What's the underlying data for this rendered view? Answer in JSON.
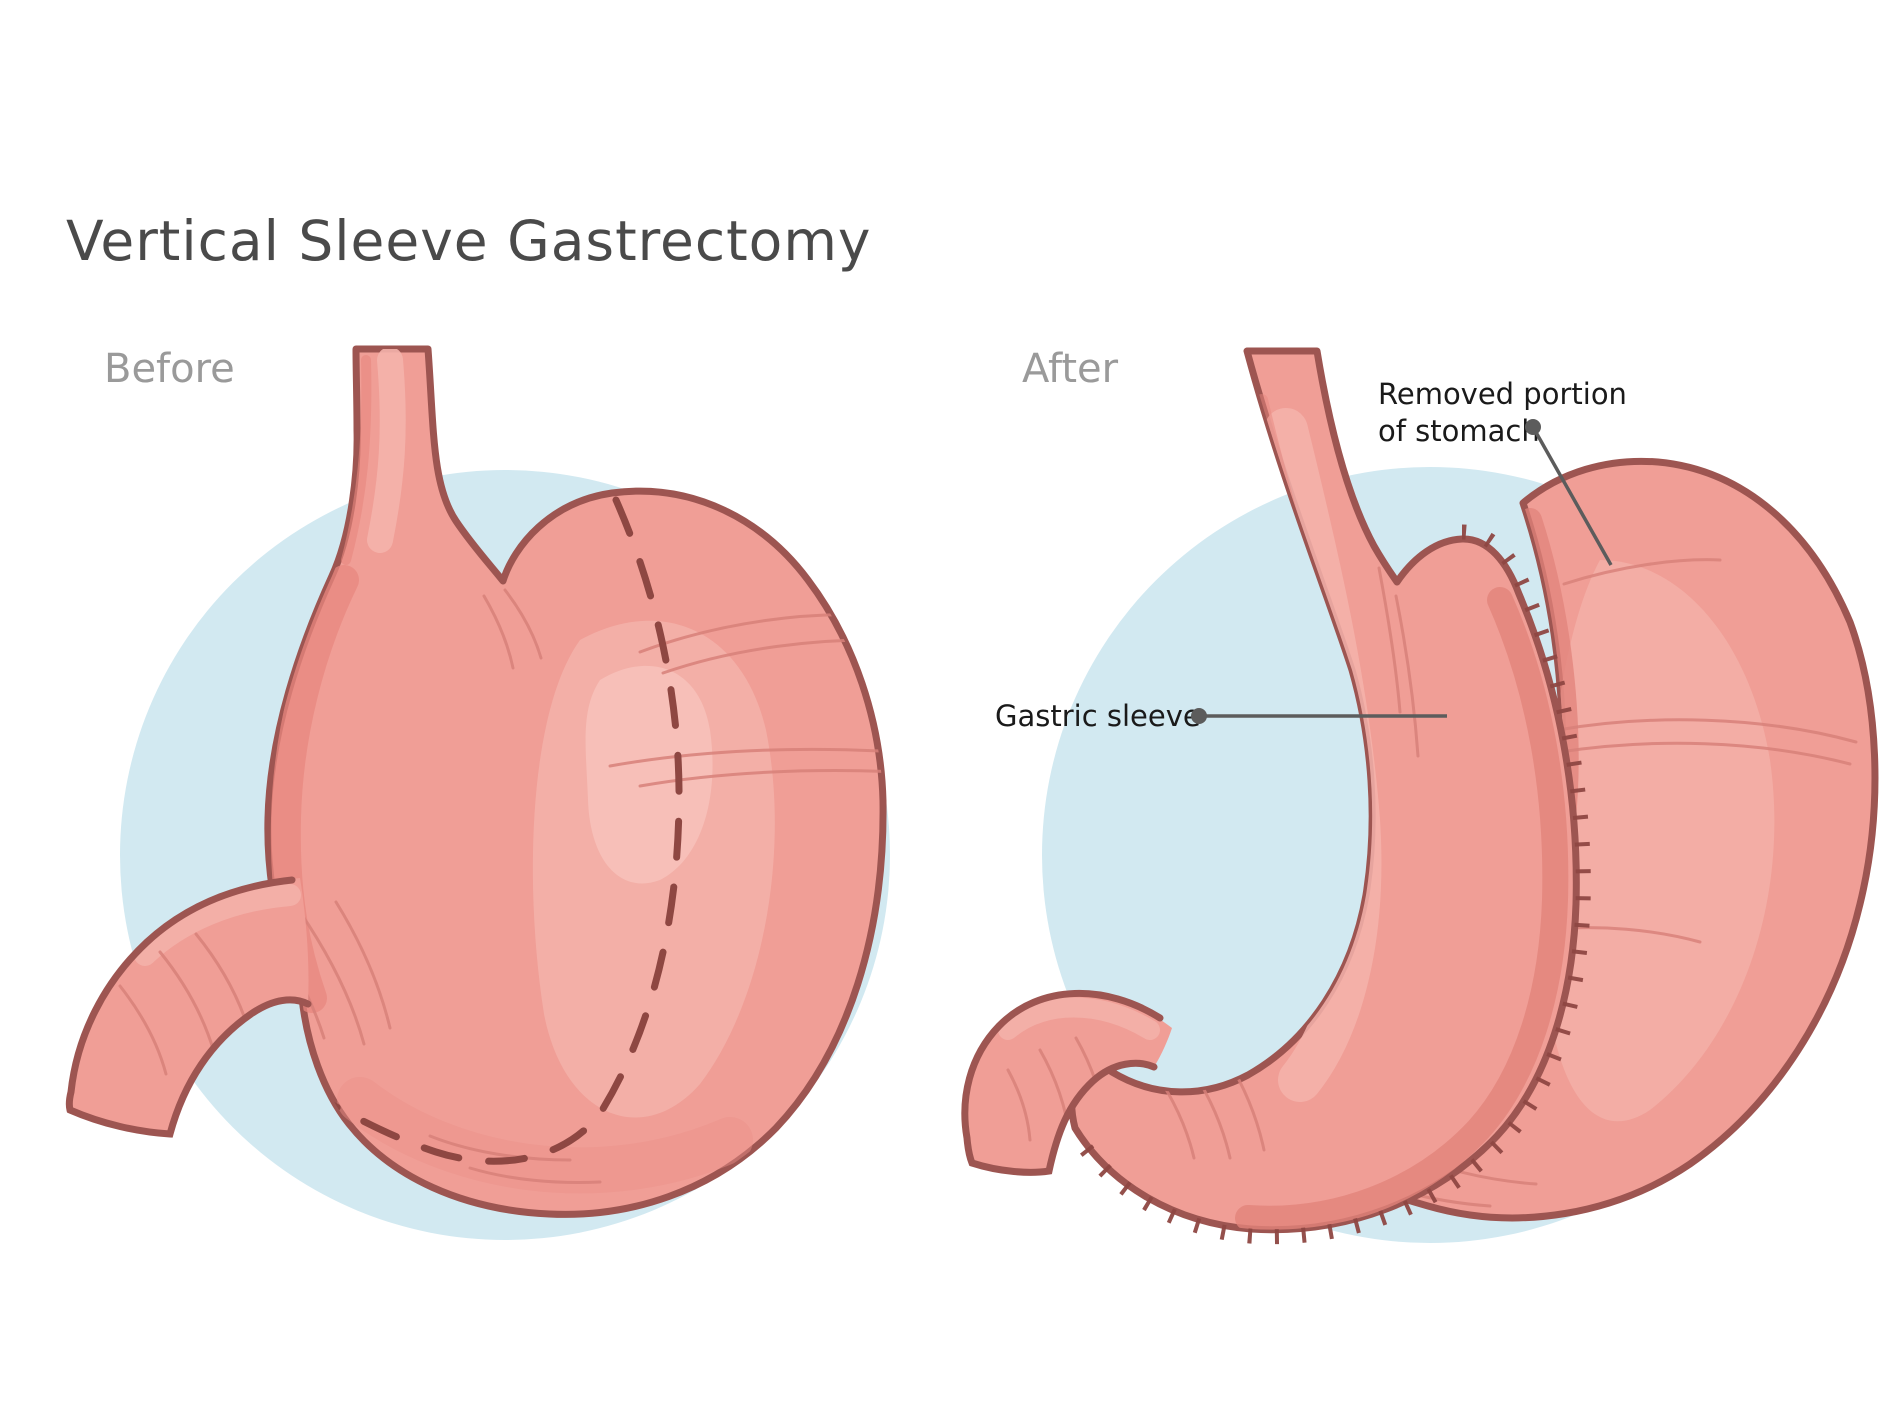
{
  "title": "Vertical Sleeve Gastrectomy",
  "panels": {
    "before": {
      "label": "Before"
    },
    "after": {
      "label": "After"
    }
  },
  "annotations": {
    "removed_portion": {
      "line1": "Removed portion",
      "line2": "of stomach"
    },
    "gastric_sleeve": {
      "label": "Gastric sleeve"
    }
  },
  "colors": {
    "background": "#ffffff",
    "circle": "#d2e9f1",
    "stomach": "#f09e96",
    "stomach_light": "#f4b3ab",
    "stomach_bright": "#f8c6bf",
    "stomach_shadow": "#e8877f",
    "outline": "#9d5551",
    "cut_line": "#8e4742",
    "crease": "#d8817a",
    "title_text": "#4a4a4a",
    "panel_label": "#9a9a9a",
    "annotation_text": "#1a1a1a",
    "leader": "#5c5c5c"
  }
}
